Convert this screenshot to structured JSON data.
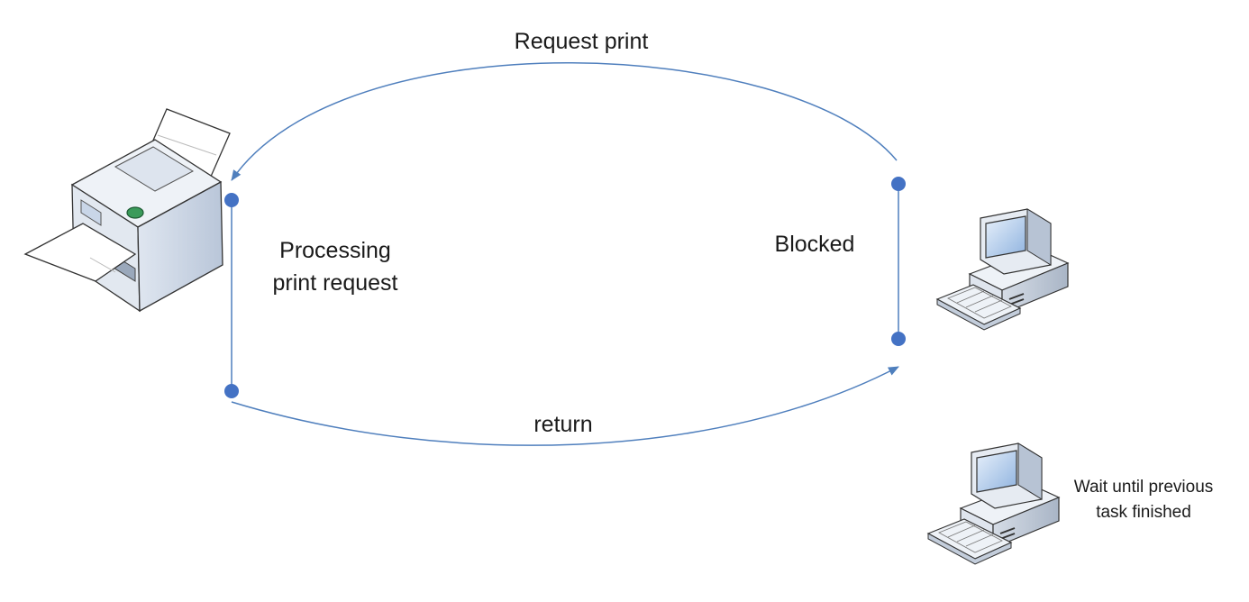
{
  "diagram": {
    "labels": {
      "request_print": "Request print",
      "processing_line1": "Processing",
      "processing_line2": "print request",
      "blocked": "Blocked",
      "return": "return",
      "wait_line1": "Wait until previous",
      "wait_line2": "task finished"
    },
    "icons": [
      "printer-icon",
      "computer-icon",
      "computer-icon"
    ],
    "colors": {
      "arrow": "#4f7fbd",
      "dot": "#4472c4",
      "text": "#1a1a1a"
    }
  }
}
